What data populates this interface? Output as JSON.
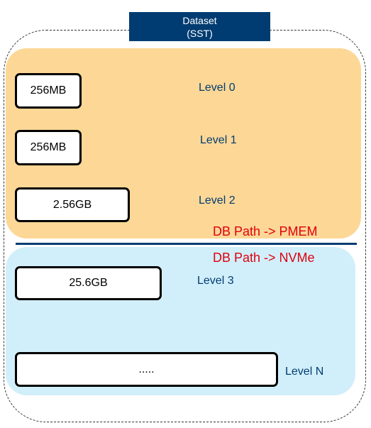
{
  "title": {
    "line1": "Dataset",
    "line2": "(SST)"
  },
  "zones": {
    "pmem": {
      "path_label": "DB Path -> PMEM",
      "color": "#fdd796"
    },
    "nvme": {
      "path_label": "DB Path -> NVMe",
      "color": "#d1effa"
    }
  },
  "levels": [
    {
      "label": "Level 0",
      "size": "256MB"
    },
    {
      "label": "Level 1",
      "size": "256MB"
    },
    {
      "label": "Level 2",
      "size": "2.56GB"
    },
    {
      "label": "Level 3",
      "size": "25.6GB"
    },
    {
      "label": "Level N",
      "size": "....."
    }
  ],
  "colors": {
    "title_bg": "#003c71",
    "level_text": "#003c71",
    "path_text": "#e0000f",
    "divider": "#003c71"
  }
}
